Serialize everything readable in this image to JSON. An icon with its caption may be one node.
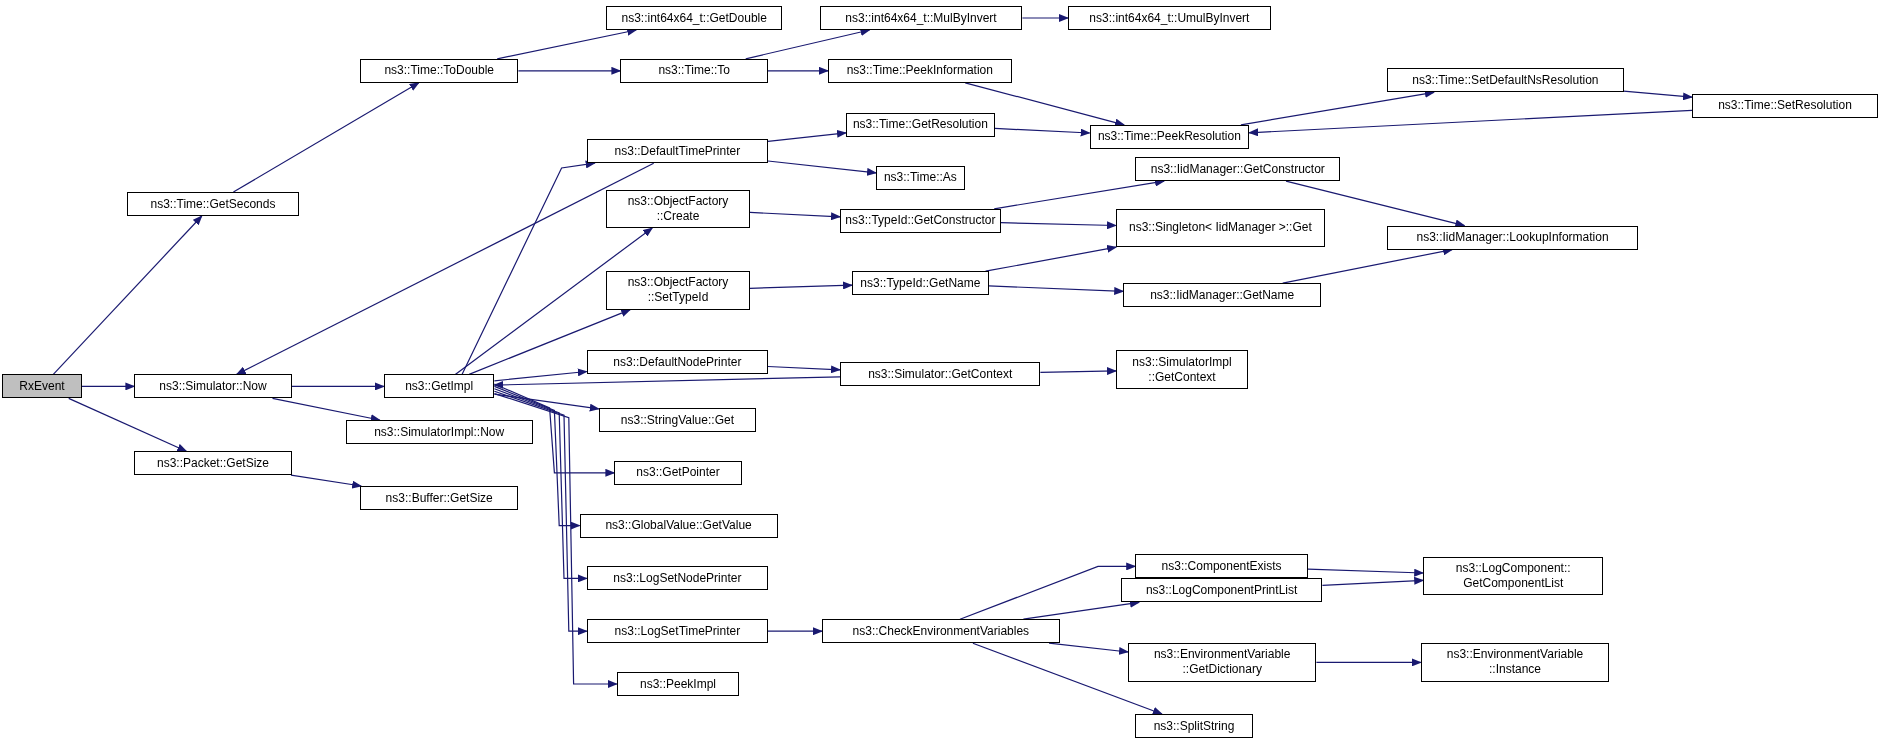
{
  "diagram": {
    "nodes": [
      {
        "text": [
          "RxEvent"
        ]
      },
      {
        "text": [
          "ns3::Time::GetSeconds"
        ]
      },
      {
        "text": [
          "ns3::Simulator::Now"
        ]
      },
      {
        "text": [
          "ns3::Packet::GetSize"
        ]
      },
      {
        "text": [
          "ns3::Time::ToDouble"
        ]
      },
      {
        "text": [
          "ns3::GetImpl"
        ]
      },
      {
        "text": [
          "ns3::SimulatorImpl::Now"
        ]
      },
      {
        "text": [
          "ns3::Buffer::GetSize"
        ]
      },
      {
        "text": [
          "ns3::int64x64_t::GetDouble"
        ]
      },
      {
        "text": [
          "ns3::Time::To"
        ]
      },
      {
        "text": [
          "ns3::DefaultTimePrinter"
        ]
      },
      {
        "text": [
          "ns3::ObjectFactory ::Create"
        ]
      },
      {
        "text": [
          "ns3::ObjectFactory ::SetTypeId"
        ]
      },
      {
        "text": [
          "ns3::DefaultNodePrinter"
        ]
      },
      {
        "text": [
          "ns3::StringValue::Get"
        ]
      },
      {
        "text": [
          "ns3::GetPointer"
        ]
      },
      {
        "text": [
          "ns3::GlobalValue::GetValue"
        ]
      },
      {
        "text": [
          "ns3::LogSetNodePrinter"
        ]
      },
      {
        "text": [
          "ns3::LogSetTimePrinter"
        ]
      },
      {
        "text": [
          "ns3::PeekImpl"
        ]
      },
      {
        "text": [
          "ns3::int64x64_t::MulByInvert"
        ]
      },
      {
        "text": [
          "ns3::Time::PeekInformation"
        ]
      },
      {
        "text": [
          "ns3::Time::GetResolution"
        ]
      },
      {
        "text": [
          "ns3::Time::As"
        ]
      },
      {
        "text": [
          "ns3::TypeId::GetConstructor"
        ]
      },
      {
        "text": [
          "ns3::TypeId::GetName"
        ]
      },
      {
        "text": [
          "ns3::Simulator::GetContext"
        ]
      },
      {
        "text": [
          "ns3::CheckEnvironmentVariables"
        ]
      },
      {
        "text": [
          "ns3::int64x64_t::UmulByInvert"
        ]
      },
      {
        "text": [
          "ns3::Time::PeekResolution"
        ]
      },
      {
        "text": [
          "ns3::IidManager::GetConstructor"
        ]
      },
      {
        "text": [
          "ns3::Singleton< IidManager >::Get"
        ]
      },
      {
        "text": [
          "ns3::IidManager::GetName"
        ]
      },
      {
        "text": [
          "ns3::SimulatorImpl ::GetContext"
        ]
      },
      {
        "text": [
          "ns3::ComponentExists"
        ]
      },
      {
        "text": [
          "ns3::LogComponentPrintList"
        ]
      },
      {
        "text": [
          "ns3::EnvironmentVariable ::GetDictionary"
        ]
      },
      {
        "text": [
          "ns3::SplitString"
        ]
      },
      {
        "text": [
          "ns3::Time::SetDefaultNsResolution"
        ]
      },
      {
        "text": [
          "ns3::Time::SetResolution"
        ]
      },
      {
        "text": [
          "ns3::IidManager::LookupInformation"
        ]
      },
      {
        "text": [
          "ns3::LogComponent:: GetComponentList"
        ]
      },
      {
        "text": [
          "ns3::EnvironmentVariable ::Instance"
        ]
      }
    ],
    "edges": [
      {
        "from": 0,
        "to": 1,
        "arrow": "to"
      },
      {
        "from": 0,
        "to": 2,
        "arrow": "to"
      },
      {
        "from": 0,
        "to": 3,
        "arrow": "to"
      },
      {
        "from": 1,
        "to": 4,
        "arrow": "to"
      },
      {
        "from": 2,
        "to": 5,
        "arrow": "to"
      },
      {
        "from": 2,
        "to": 6,
        "arrow": "to"
      },
      {
        "from": 3,
        "to": 7,
        "arrow": "to"
      },
      {
        "from": 4,
        "to": 8,
        "arrow": "to"
      },
      {
        "from": 4,
        "to": 9,
        "arrow": "to"
      },
      {
        "from": 5,
        "to": 10,
        "arrow": "to"
      },
      {
        "from": 5,
        "to": 11,
        "arrow": "to"
      },
      {
        "from": 5,
        "to": 12,
        "arrow": "to"
      },
      {
        "from": 5,
        "to": 13,
        "arrow": "to"
      },
      {
        "from": 5,
        "to": 14,
        "arrow": "to"
      },
      {
        "from": 5,
        "to": 15,
        "arrow": "to"
      },
      {
        "from": 5,
        "to": 16,
        "arrow": "to"
      },
      {
        "from": 5,
        "to": 17,
        "arrow": "to"
      },
      {
        "from": 5,
        "to": 18,
        "arrow": "to"
      },
      {
        "from": 5,
        "to": 19,
        "arrow": "to"
      },
      {
        "from": 9,
        "to": 20,
        "arrow": "to"
      },
      {
        "from": 9,
        "to": 21,
        "arrow": "to"
      },
      {
        "from": 10,
        "to": 2,
        "arrow": "to"
      },
      {
        "from": 10,
        "to": 22,
        "arrow": "to"
      },
      {
        "from": 10,
        "to": 23,
        "arrow": "to"
      },
      {
        "from": 11,
        "to": 24,
        "arrow": "to"
      },
      {
        "from": 12,
        "to": 25,
        "arrow": "to"
      },
      {
        "from": 13,
        "to": 26,
        "arrow": "to"
      },
      {
        "from": 26,
        "to": 5,
        "arrow": "to"
      },
      {
        "from": 26,
        "to": 33,
        "arrow": "to"
      },
      {
        "from": 18,
        "to": 27,
        "arrow": "to"
      },
      {
        "from": 20,
        "to": 28,
        "arrow": "to"
      },
      {
        "from": 21,
        "to": 29,
        "arrow": "to"
      },
      {
        "from": 22,
        "to": 29,
        "arrow": "to"
      },
      {
        "from": 24,
        "to": 30,
        "arrow": "to"
      },
      {
        "from": 24,
        "to": 31,
        "arrow": "to"
      },
      {
        "from": 25,
        "to": 31,
        "arrow": "to"
      },
      {
        "from": 25,
        "to": 32,
        "arrow": "to"
      },
      {
        "from": 27,
        "to": 34,
        "arrow": "to"
      },
      {
        "from": 27,
        "to": 35,
        "arrow": "to"
      },
      {
        "from": 27,
        "to": 36,
        "arrow": "to"
      },
      {
        "from": 27,
        "to": 37,
        "arrow": "to"
      },
      {
        "from": 29,
        "to": 38,
        "arrow": "to"
      },
      {
        "from": 38,
        "to": 39,
        "arrow": "to"
      },
      {
        "from": 39,
        "to": 29,
        "arrow": "to"
      },
      {
        "from": 30,
        "to": 40,
        "arrow": "to"
      },
      {
        "from": 32,
        "to": 40,
        "arrow": "to"
      },
      {
        "from": 34,
        "to": 41,
        "arrow": "to"
      },
      {
        "from": 35,
        "to": 41,
        "arrow": "to"
      },
      {
        "from": 36,
        "to": 42,
        "arrow": "to"
      }
    ]
  }
}
